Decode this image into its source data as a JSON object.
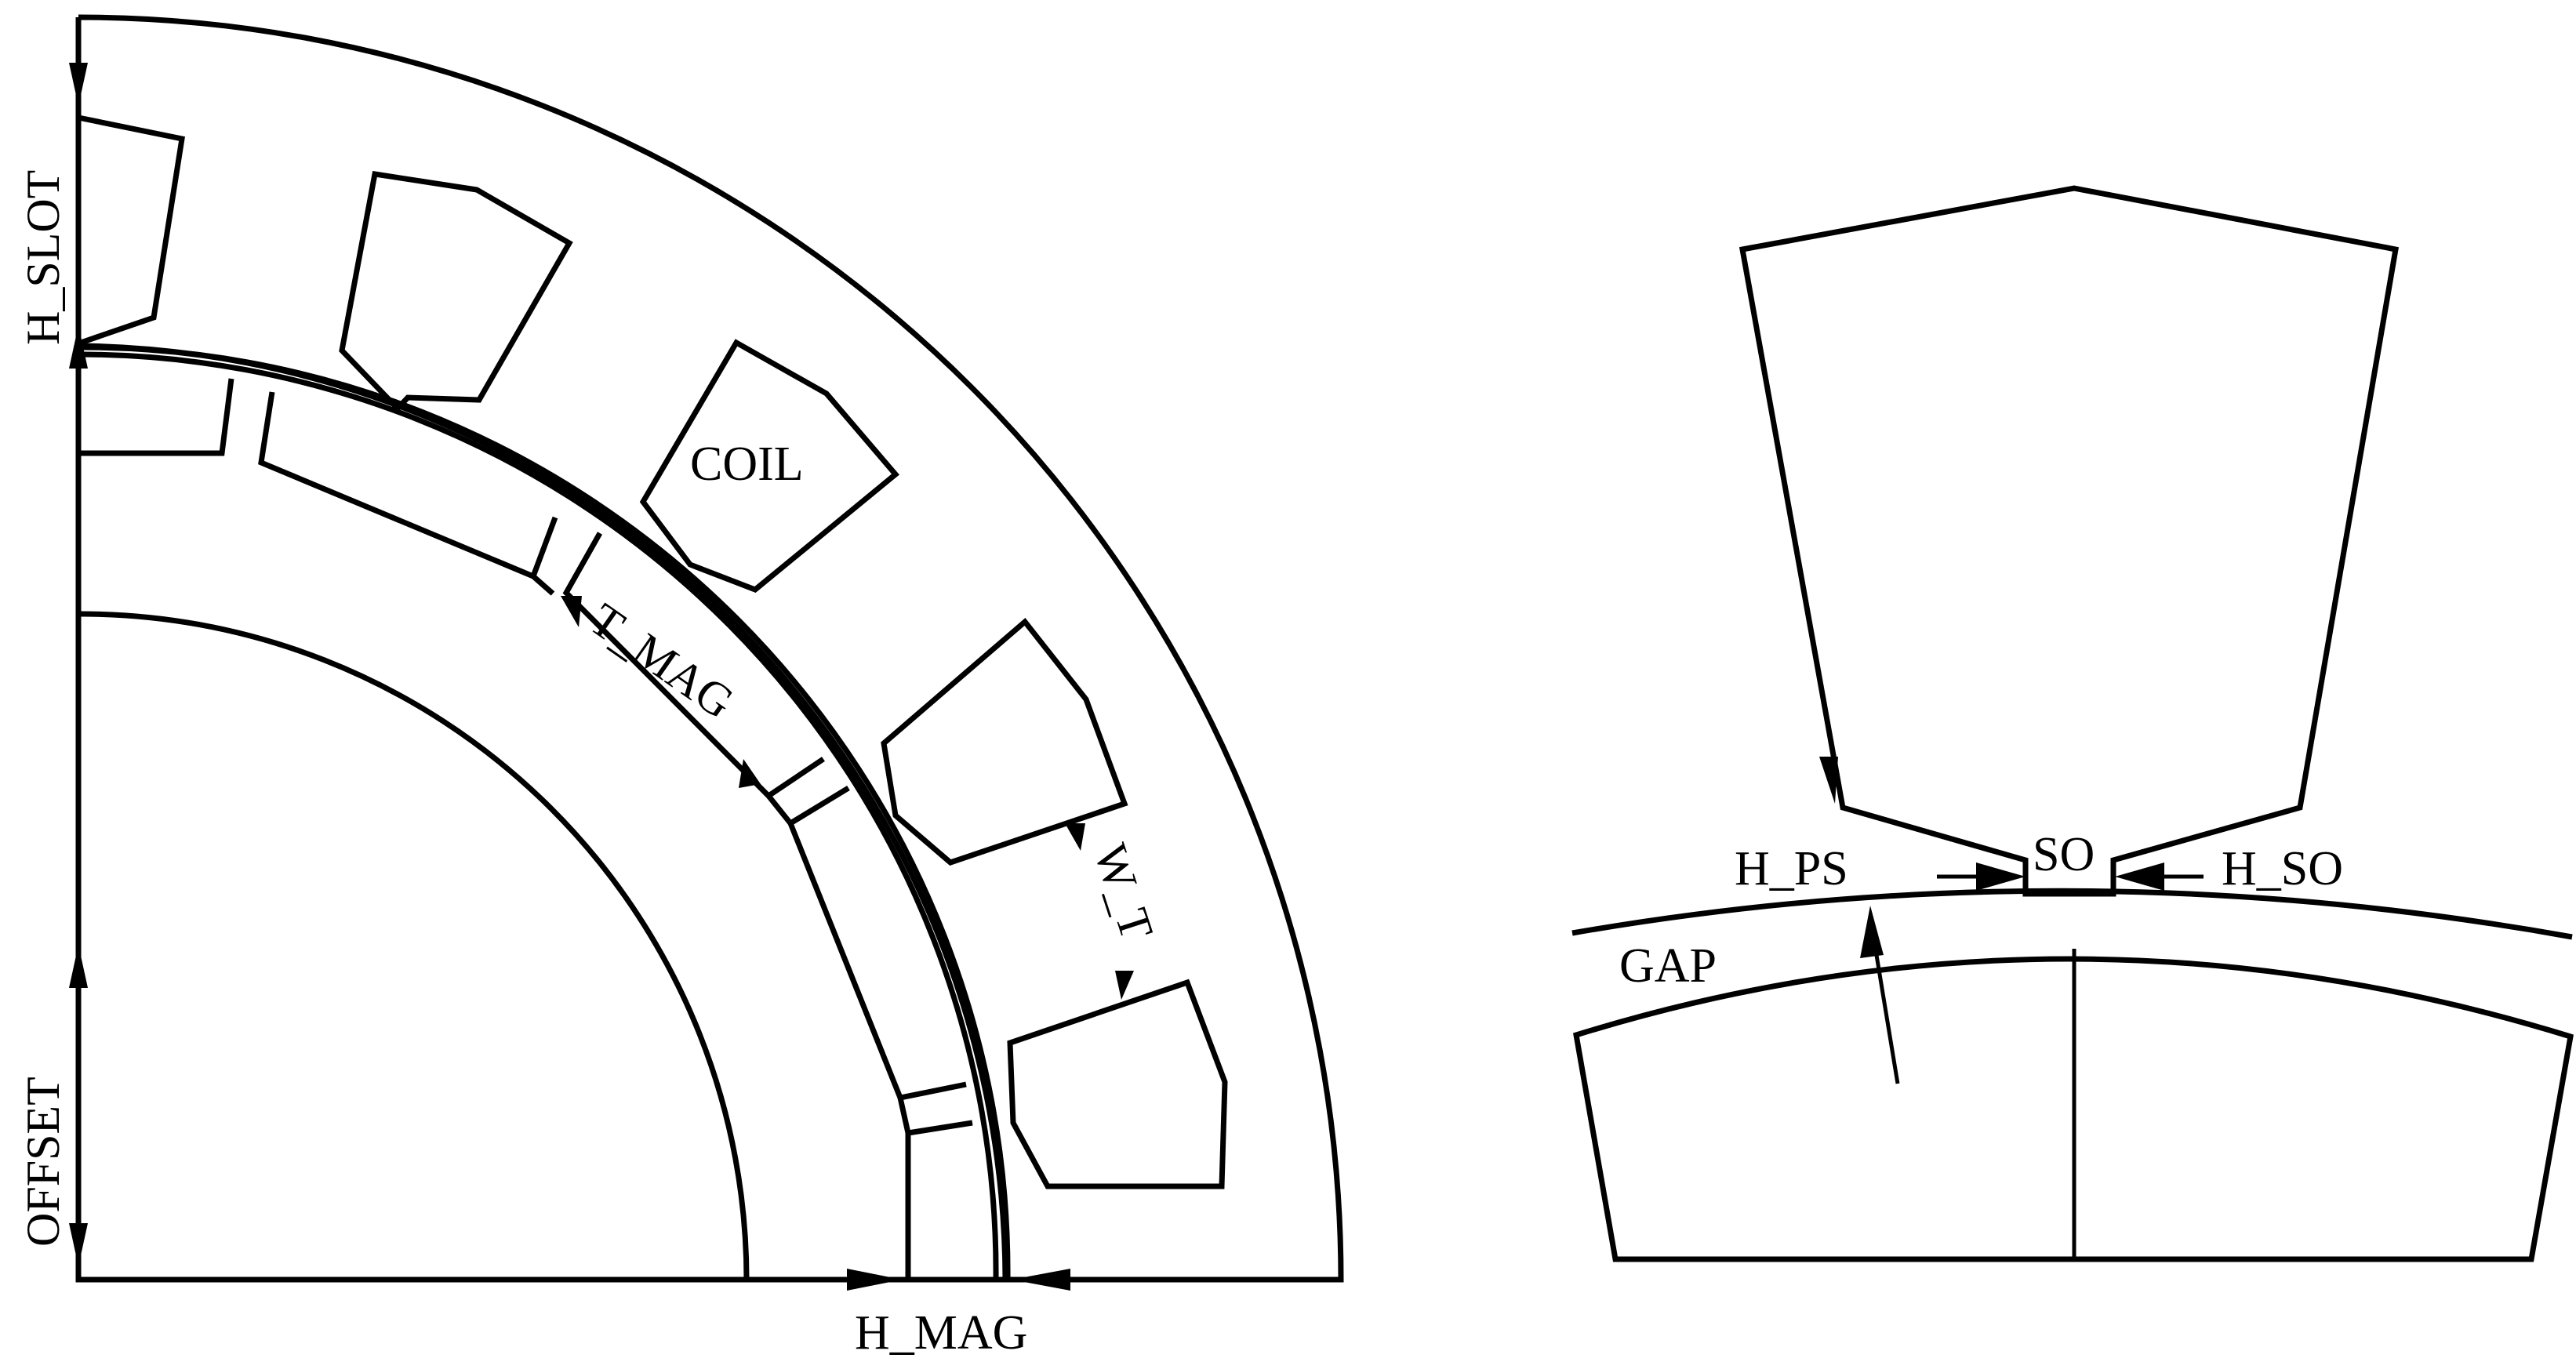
{
  "figure": {
    "labels": {
      "h_slot": "H_SLOT",
      "offset": "OFFSET",
      "h_mag": "H_MAG",
      "t_mag": "T_MAG",
      "w_t": "W_T",
      "coil": "COIL",
      "h_ps": "H_PS",
      "so": "SO",
      "h_so": "H_SO",
      "gap": "GAP"
    },
    "colors": {
      "stroke": "#000000",
      "background": "#ffffff"
    }
  }
}
